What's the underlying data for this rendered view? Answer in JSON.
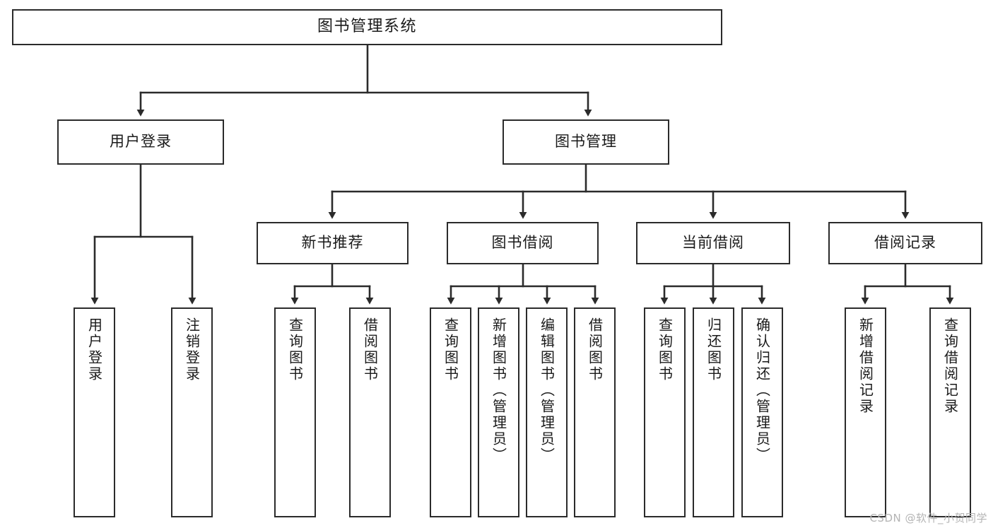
{
  "diagram": {
    "title": "图书管理系统",
    "type": "tree",
    "orientation": "top-down",
    "colors": {
      "node_stroke": "#2b2b2b",
      "node_fill": "#ffffff",
      "edge_stroke": "#2b2b2b",
      "text": "#1a1a1a",
      "watermark": "#b4b4b4",
      "background": "#ffffff"
    }
  },
  "watermark": {
    "text": "CSDN @软件_小贺同学"
  },
  "nodes": {
    "root": {
      "label": "图书管理系统",
      "level": 1
    },
    "level2": [
      {
        "id": "user-login",
        "label": "用户登录"
      },
      {
        "id": "book-manage",
        "label": "图书管理"
      }
    ],
    "level3": [
      {
        "id": "new-book-recommend",
        "label": "新书推荐"
      },
      {
        "id": "book-borrow",
        "label": "图书借阅"
      },
      {
        "id": "current-borrow",
        "label": "当前借阅"
      },
      {
        "id": "borrow-record",
        "label": "借阅记录"
      }
    ],
    "leaves": {
      "user-login": [
        {
          "id": "leaf-user-login",
          "label": "用户登录"
        },
        {
          "id": "leaf-logout-login",
          "label": "注销登录"
        }
      ],
      "new-book-recommend": [
        {
          "id": "leaf-query-book-1",
          "label": "查询图书"
        },
        {
          "id": "leaf-borrow-book-1",
          "label": "借阅图书"
        }
      ],
      "book-borrow": [
        {
          "id": "leaf-query-book-2",
          "label": "查询图书"
        },
        {
          "id": "leaf-add-book",
          "label": "新增图书（管理员）"
        },
        {
          "id": "leaf-edit-book",
          "label": "编辑图书（管理员）"
        },
        {
          "id": "leaf-borrow-book-2",
          "label": "借阅图书"
        }
      ],
      "current-borrow": [
        {
          "id": "leaf-query-book-3",
          "label": "查询图书"
        },
        {
          "id": "leaf-return-book",
          "label": "归还图书"
        },
        {
          "id": "leaf-confirm-return",
          "label": "确认归还（管理员）"
        }
      ],
      "borrow-record": [
        {
          "id": "leaf-add-record",
          "label": "新增借阅记录"
        },
        {
          "id": "leaf-query-record",
          "label": "查询借阅记录"
        }
      ]
    }
  }
}
